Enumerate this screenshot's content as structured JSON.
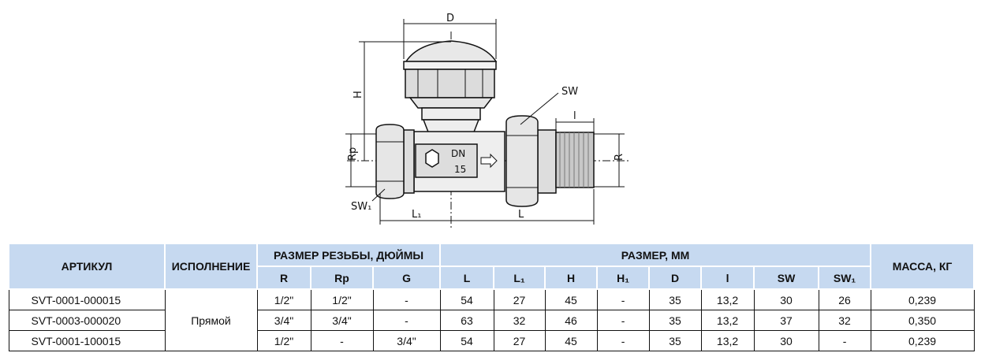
{
  "drawing": {
    "dims": {
      "D": "D",
      "H": "H",
      "SW": "SW",
      "l": "l",
      "R": "R",
      "Rp": "Rp",
      "SW1": "SW₁",
      "L1": "L₁",
      "L": "L"
    },
    "plate": {
      "dn": "DN",
      "size": "15"
    }
  },
  "table": {
    "headers": {
      "article": "АРТИКУЛ",
      "version": "ИСПОЛНЕНИЕ",
      "thread": "РАЗМЕР РЕЗЬБЫ, ДЮЙМЫ",
      "size": "РАЗМЕР, ММ",
      "mass": "МАССА, КГ"
    },
    "subheaders": [
      "R",
      "Rp",
      "G",
      "L",
      "L₁",
      "H",
      "H₁",
      "D",
      "l",
      "SW",
      "SW₁"
    ],
    "version_value": "Прямой",
    "rows": [
      {
        "article": "SVT-0001-000015",
        "cells": [
          "1/2\"",
          "1/2\"",
          "-",
          "54",
          "27",
          "45",
          "-",
          "35",
          "13,2",
          "30",
          "26"
        ],
        "mass": "0,239"
      },
      {
        "article": "SVT-0003-000020",
        "cells": [
          "3/4\"",
          "3/4\"",
          "-",
          "63",
          "32",
          "46",
          "-",
          "35",
          "13,2",
          "37",
          "32"
        ],
        "mass": "0,350"
      },
      {
        "article": "SVT-0001-100015",
        "cells": [
          "1/2\"",
          "-",
          "3/4\"",
          "54",
          "27",
          "45",
          "-",
          "35",
          "13,2",
          "30",
          "-"
        ],
        "mass": "0,239"
      }
    ]
  }
}
